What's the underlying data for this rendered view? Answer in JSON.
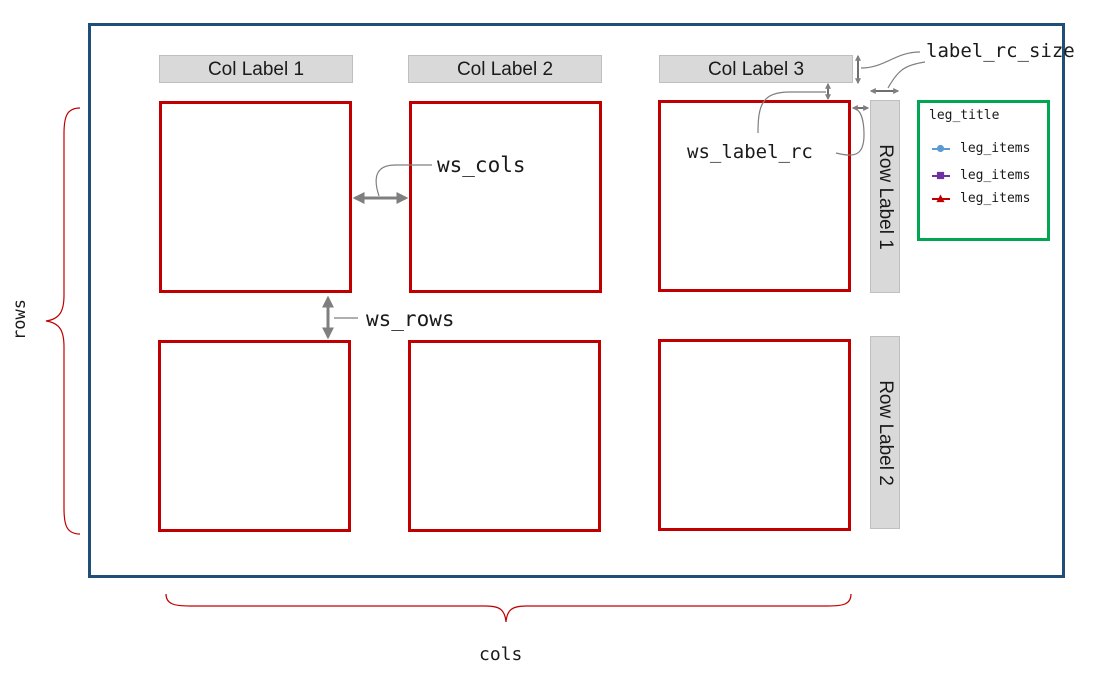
{
  "col_labels": [
    "Col Label 1",
    "Col Label 2",
    "Col Label 3"
  ],
  "row_labels": [
    "Row Label 1",
    "Row Label 2"
  ],
  "annotations": {
    "ws_cols": "ws_cols",
    "ws_rows": "ws_rows",
    "ws_label_rc": "ws_label_rc",
    "label_rc_size": "label_rc_size",
    "rows": "rows",
    "cols": "cols"
  },
  "legend": {
    "title": "leg_title",
    "items": [
      {
        "label": "leg_items",
        "marker": "circle",
        "color": "#5b9bd5"
      },
      {
        "label": "leg_items",
        "marker": "square",
        "color": "#7030a0"
      },
      {
        "label": "leg_items",
        "marker": "triangle",
        "color": "#c00000"
      }
    ]
  },
  "colors": {
    "frame": "#1f4e79",
    "panel": "#c00000",
    "label_bg": "#d9d9d9",
    "legend_border": "#00a651",
    "arrow": "#7f7f7f",
    "brace": "#c00000"
  }
}
